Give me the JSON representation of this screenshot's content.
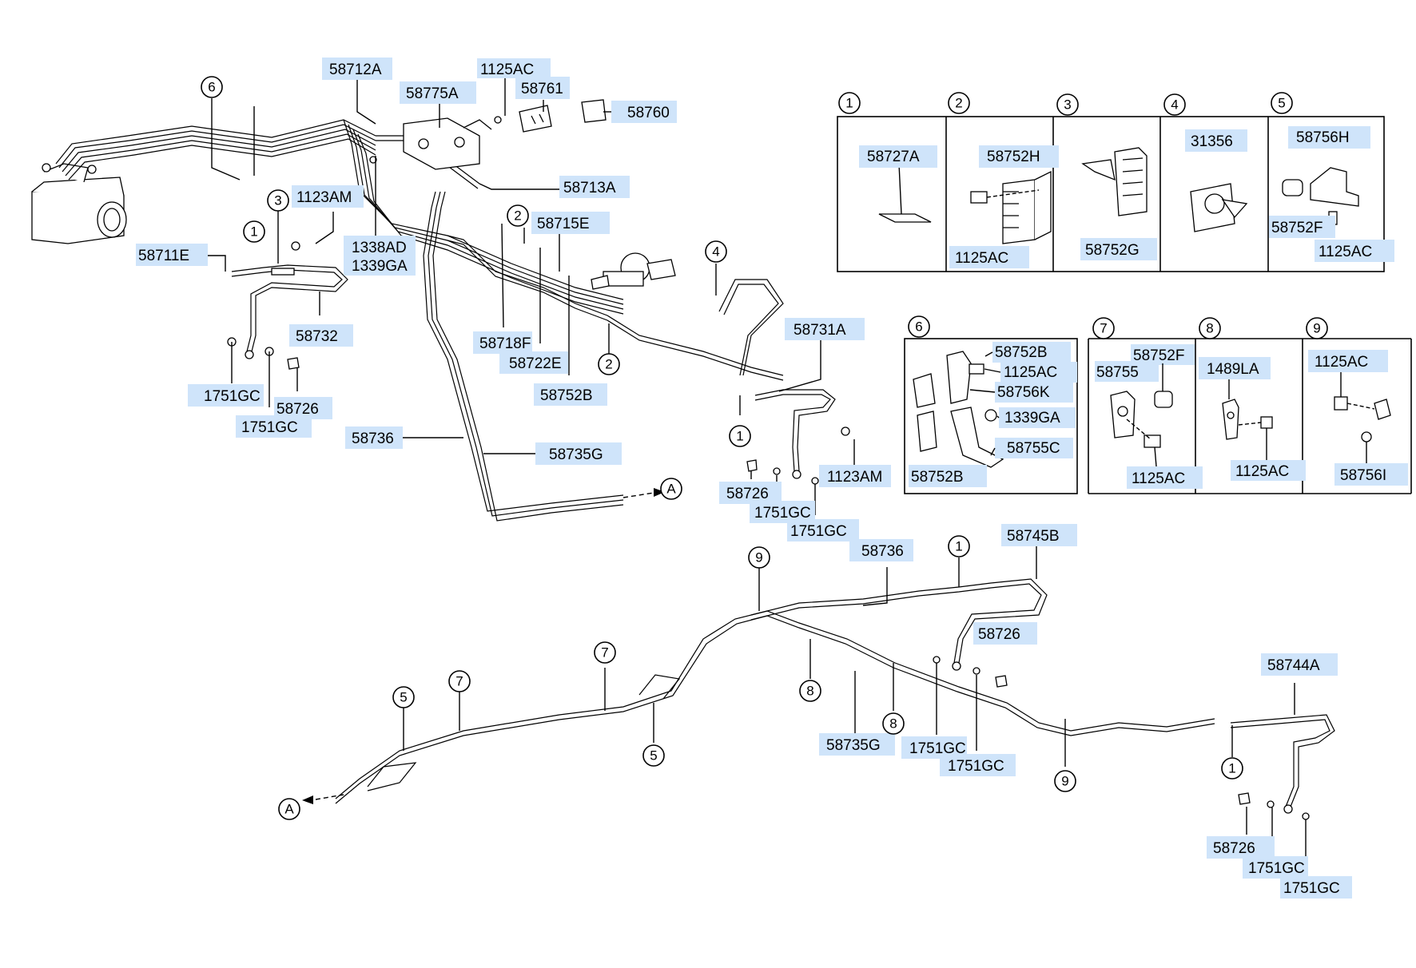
{
  "labels": {
    "l58712A": "58712A",
    "l1125AC_top": "1125AC",
    "l58775A": "58775A",
    "l58761": "58761",
    "l58760": "58760",
    "l58713A": "58713A",
    "l58715E": "58715E",
    "l1123AM_a": "1123AM",
    "l1338AD": "1338AD",
    "l1339GA": "1339GA",
    "l58711E": "58711E",
    "l58732": "58732",
    "l1751GC_a": "1751GC",
    "l58726_a": "58726",
    "l1751GC_b": "1751GC",
    "l58718F": "58718F",
    "l58722E": "58722E",
    "l58752B_a": "58752B",
    "l58736_a": "58736",
    "l58735G_a": "58735G",
    "l58731A": "58731A",
    "l1123AM_b": "1123AM",
    "l58726_b": "58726",
    "l1751GC_c": "1751GC",
    "l1751GC_d": "1751GC",
    "l58736_b": "58736",
    "l58745B": "58745B",
    "l58726_c": "58726",
    "l58744A": "58744A",
    "l58735G_b": "58735G",
    "l1751GC_e": "1751GC",
    "l1751GC_f": "1751GC",
    "l58726_d": "58726",
    "l1751GC_g": "1751GC",
    "l1751GC_h": "1751GC"
  },
  "callouts": {
    "c6_main": "6",
    "c3_main": "3",
    "c1_a": "1",
    "c2_a": "2",
    "c2_b": "2",
    "c4_main": "4",
    "c1_b": "1",
    "cA_a": "A",
    "c9_a": "9",
    "c1_c": "1",
    "c7_a": "7",
    "c7_b": "7",
    "c5_a": "5",
    "c5_b": "5",
    "c8_a": "8",
    "c8_b": "8",
    "c9_b": "9",
    "c1_d": "1",
    "cA_b": "A"
  },
  "detail_boxes": {
    "b1": {
      "num": "1",
      "labels": [
        "58727A"
      ]
    },
    "b2": {
      "num": "2",
      "labels": [
        "58752H",
        "1125AC"
      ]
    },
    "b3": {
      "num": "3",
      "labels": [
        "58752G"
      ]
    },
    "b4": {
      "num": "4",
      "labels": [
        "31356"
      ]
    },
    "b5": {
      "num": "5",
      "labels": [
        "58756H",
        "58752F",
        "1125AC"
      ]
    },
    "b6": {
      "num": "6",
      "labels": [
        "58752B",
        "1125AC",
        "58756K",
        "1339GA",
        "58755C",
        "58752B"
      ]
    },
    "b7": {
      "num": "7",
      "labels": [
        "58752F",
        "58755",
        "1125AC"
      ]
    },
    "b8": {
      "num": "8",
      "labels": [
        "1489LA",
        "1125AC"
      ]
    },
    "b9": {
      "num": "9",
      "labels": [
        "1125AC",
        "58756I"
      ]
    }
  }
}
